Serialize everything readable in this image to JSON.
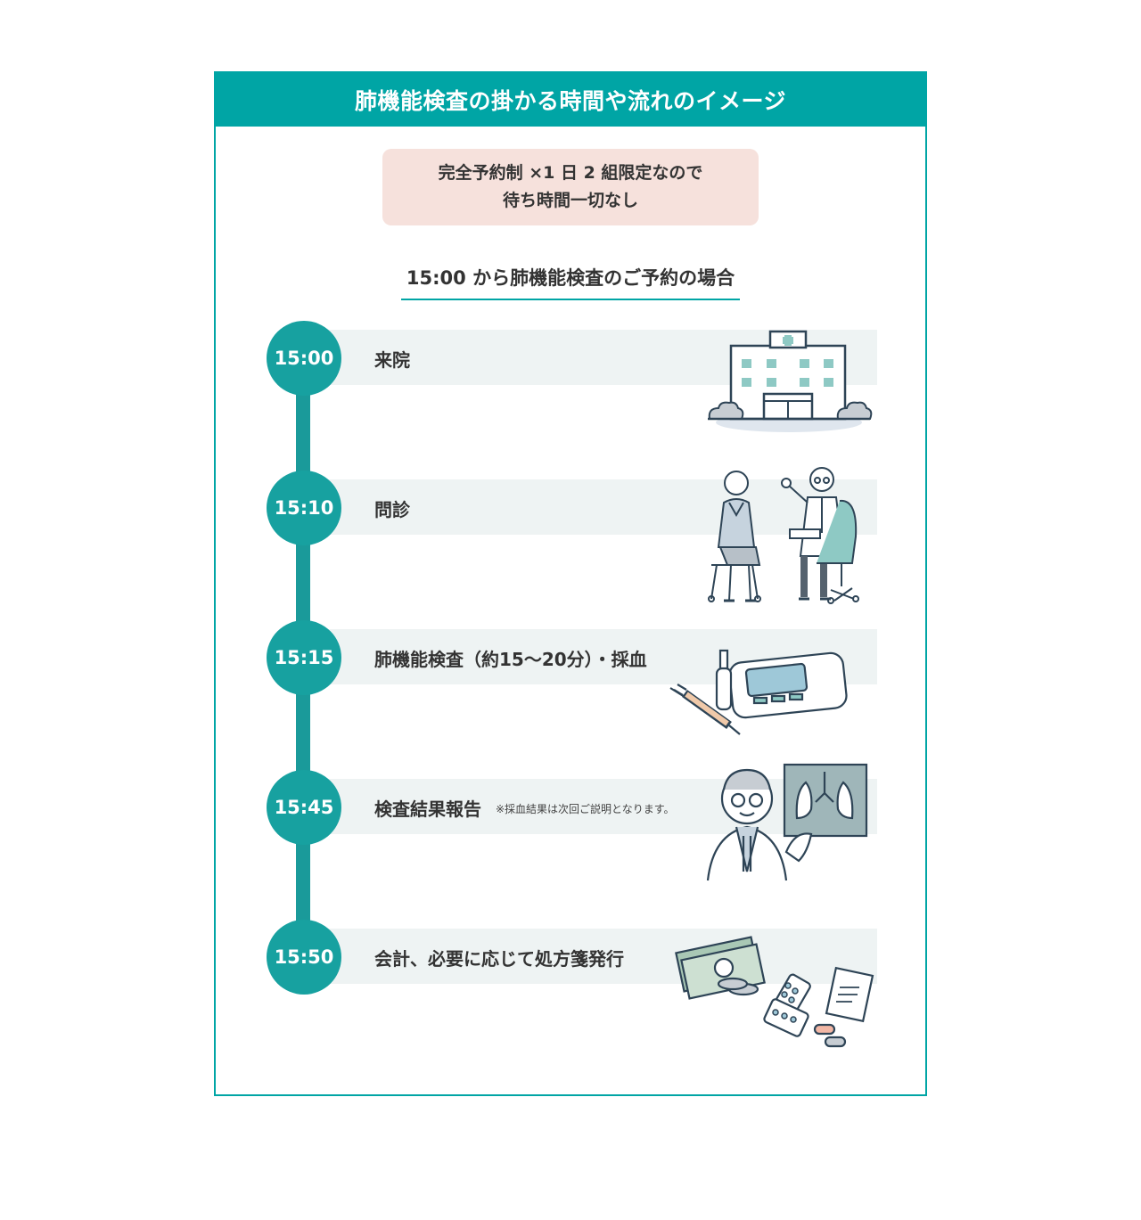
{
  "header": {
    "title": "肺機能検査の掛かる時間や流れのイメージ"
  },
  "notice": {
    "line1": "完全予約制 ×1 日 2 組限定なので",
    "line2": "待ち時間一切なし"
  },
  "subtitle": "15:00 から肺機能検査のご予約の場合",
  "steps": [
    {
      "time": "15:00",
      "label": "来院",
      "note": "",
      "icon": "hospital-icon"
    },
    {
      "time": "15:10",
      "label": "問診",
      "note": "",
      "icon": "consultation-icon"
    },
    {
      "time": "15:15",
      "label": "肺機能検査（約15〜20分）・採血",
      "note": "",
      "icon": "spirometer-syringe-icon"
    },
    {
      "time": "15:45",
      "label": "検査結果報告",
      "note": "※採血結果は次回ご説明となります。",
      "icon": "doctor-xray-icon"
    },
    {
      "time": "15:50",
      "label": "会計、必要に応じて処方箋発行",
      "note": "",
      "icon": "money-medicine-icon"
    }
  ],
  "colors": {
    "accent": "#00a5a5",
    "notice_bg": "#f6e1dc",
    "band_bg": "#eef3f3"
  }
}
